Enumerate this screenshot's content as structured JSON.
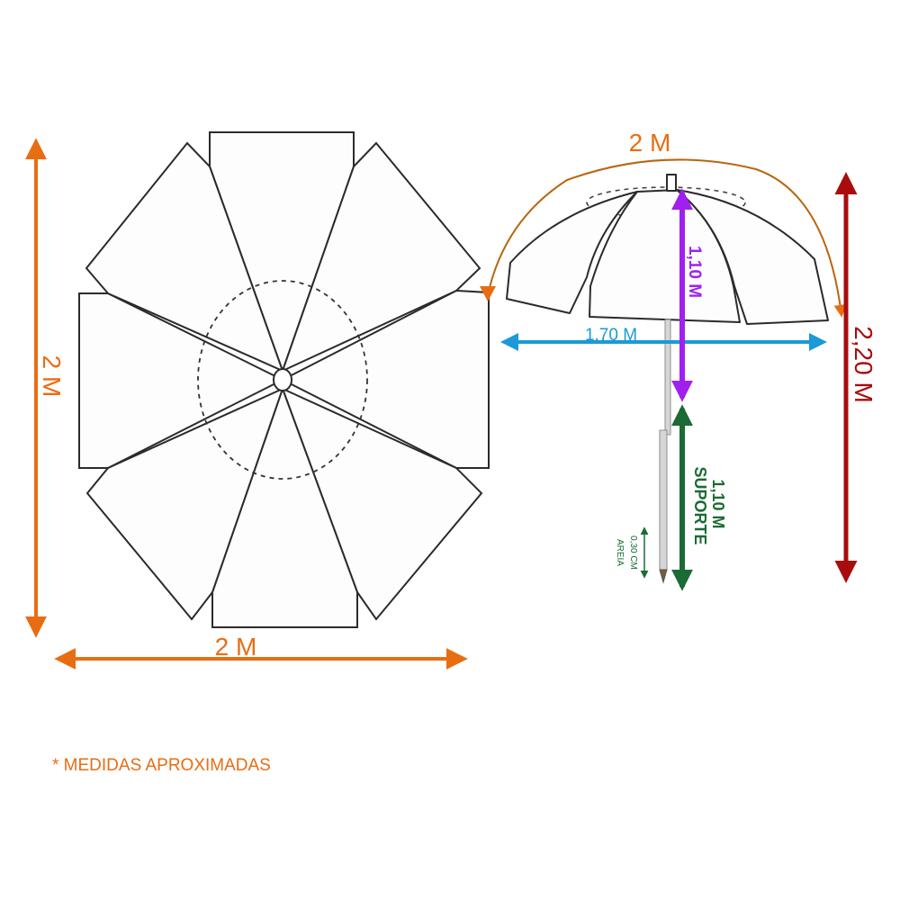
{
  "top_view": {
    "height_label": "2 M",
    "width_label": "2 M"
  },
  "side_view": {
    "arc_label": "2 M",
    "canopy_width_label": "1.70 M",
    "canopy_height_label": "1,10 M",
    "support_label_line1": "1,10 M",
    "support_label_line2": "SUPORTE",
    "sand_label_line1": "0,30 CM",
    "sand_label_line2": "AREIA",
    "total_height_label": "2,20 M"
  },
  "footnote": "* MEDIDAS APROXIMADAS",
  "colors": {
    "orange": "#e86d12",
    "blue": "#1a9ad6",
    "purple": "#a020f0",
    "green": "#1a6b34",
    "dark_red": "#a80d0d",
    "outline": "#2b2b2b",
    "arc": "#b8660f"
  }
}
